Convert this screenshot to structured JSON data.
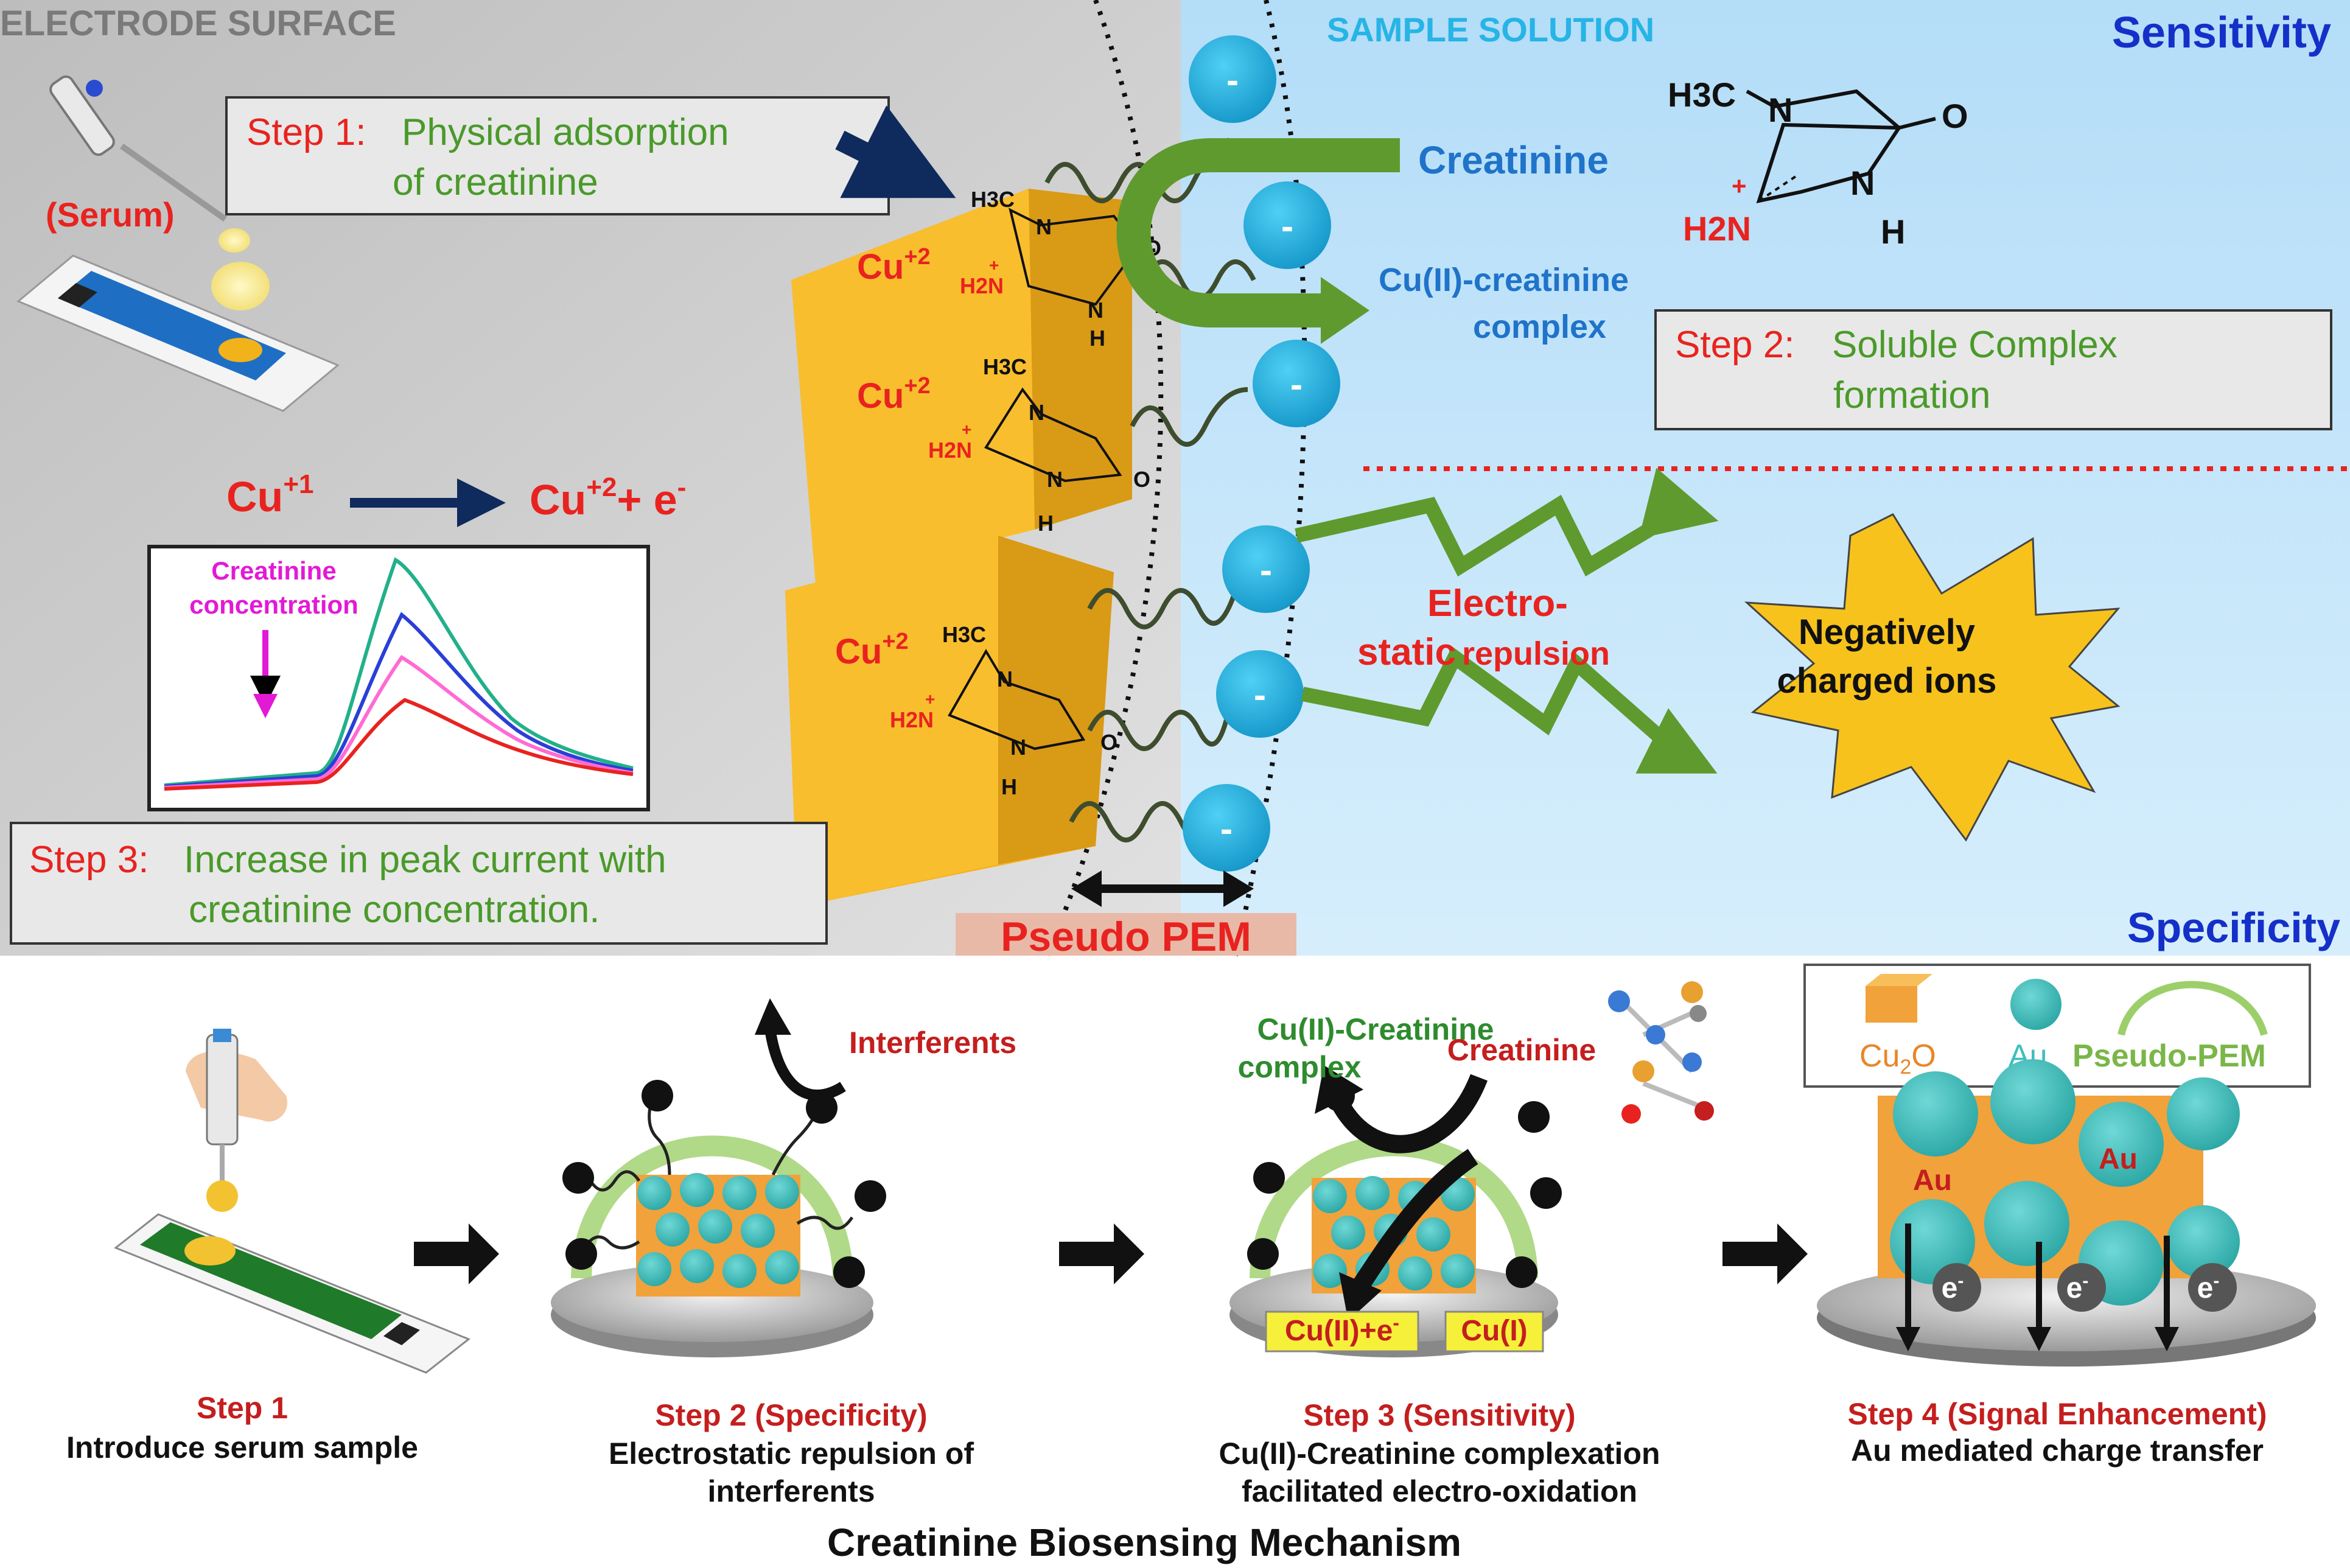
{
  "colors": {
    "electrode_bg": "#c9c9c9",
    "solution_bg": "#bfe3fa",
    "cu_cube": "#f7b11a",
    "ion_blue": "#27b4e6",
    "label_red": "#e8231f",
    "label_green": "#4a9a2a",
    "label_blue": "#1f73c9",
    "arrow_navy": "#0f2a5c",
    "arrow_green": "#5f9a2e",
    "starburst": "#f7c21c",
    "au_teal": "#3fbfbd",
    "cu2o_orange": "#f1a23a",
    "cv_green": "#22b08a",
    "cv_blue": "#2a3fd6",
    "cv_pink": "#ff6ad5",
    "cv_red": "#e8231f",
    "cv_magenta": "#e21ad6"
  },
  "top": {
    "electrode_surface": "ELECTRODE SURFACE",
    "sample_solution": "SAMPLE SOLUTION",
    "sensitivity": "Sensitivity",
    "specificity": "Specificity",
    "serum": "(Serum)",
    "step1": {
      "label": "Step 1:",
      "line1": "Physical adsorption",
      "line2": "of creatinine"
    },
    "step2": {
      "label": "Step 2:",
      "line1": "Soluble Complex",
      "line2": "formation"
    },
    "step3": {
      "label": "Step 3:",
      "line1": "Increase in peak current with",
      "line2": "creatinine concentration."
    },
    "creatinine": "Creatinine",
    "complex_line1": "Cu(II)-creatinine",
    "complex_line2": "complex",
    "cu_plus1": "Cu",
    "cu_plus1_sup": "+1",
    "cu_plus2": "Cu",
    "cu_plus2_sup": "+2",
    "plus_e": "+ e",
    "e_sup": "-",
    "cube_label": "Cu",
    "cube_label_sup": "+2",
    "electro_line1": "Electro-",
    "electro_line2a": "static",
    "electro_line2b": "repulsion",
    "neg_line1": "Negatively",
    "neg_line2": "charged ions",
    "pseudo_pem": "Pseudo PEM",
    "cv_label_line1": "Creatinine",
    "cv_label_line2": "concentration",
    "mol_h3c": "H3C",
    "mol_n": "N",
    "mol_o": "O",
    "mol_h": "H",
    "mol_h2n": "H2N",
    "mol_plus": "+",
    "ion_minus": "-"
  },
  "bottom": {
    "interferents": "Interferents",
    "complex_line1": "Cu(II)-Creatinine",
    "complex_line2": "complex",
    "creatinine": "Creatinine",
    "cu_ii_e": "Cu(II)+e",
    "cu_i": "Cu(I)",
    "au": "Au",
    "electron": "e",
    "legend": {
      "cu2o": "Cu",
      "cu2o_sub": "2",
      "cu2o_tail": "O",
      "au": "Au",
      "pem": "Pseudo-PEM"
    },
    "steps": [
      {
        "title": "Step 1",
        "line1": "Introduce serum sample",
        "line2": ""
      },
      {
        "title": "Step 2 (Specificity)",
        "line1": "Electrostatic repulsion of",
        "line2": "interferents"
      },
      {
        "title": "Step 3 (Sensitivity)",
        "line1": "Cu(II)-Creatinine complexation",
        "line2": "facilitated electro-oxidation"
      },
      {
        "title": "Step 4 (Signal Enhancement)",
        "line1": "Au mediated charge transfer",
        "line2": ""
      }
    ],
    "caption": "Creatinine Biosensing Mechanism"
  }
}
